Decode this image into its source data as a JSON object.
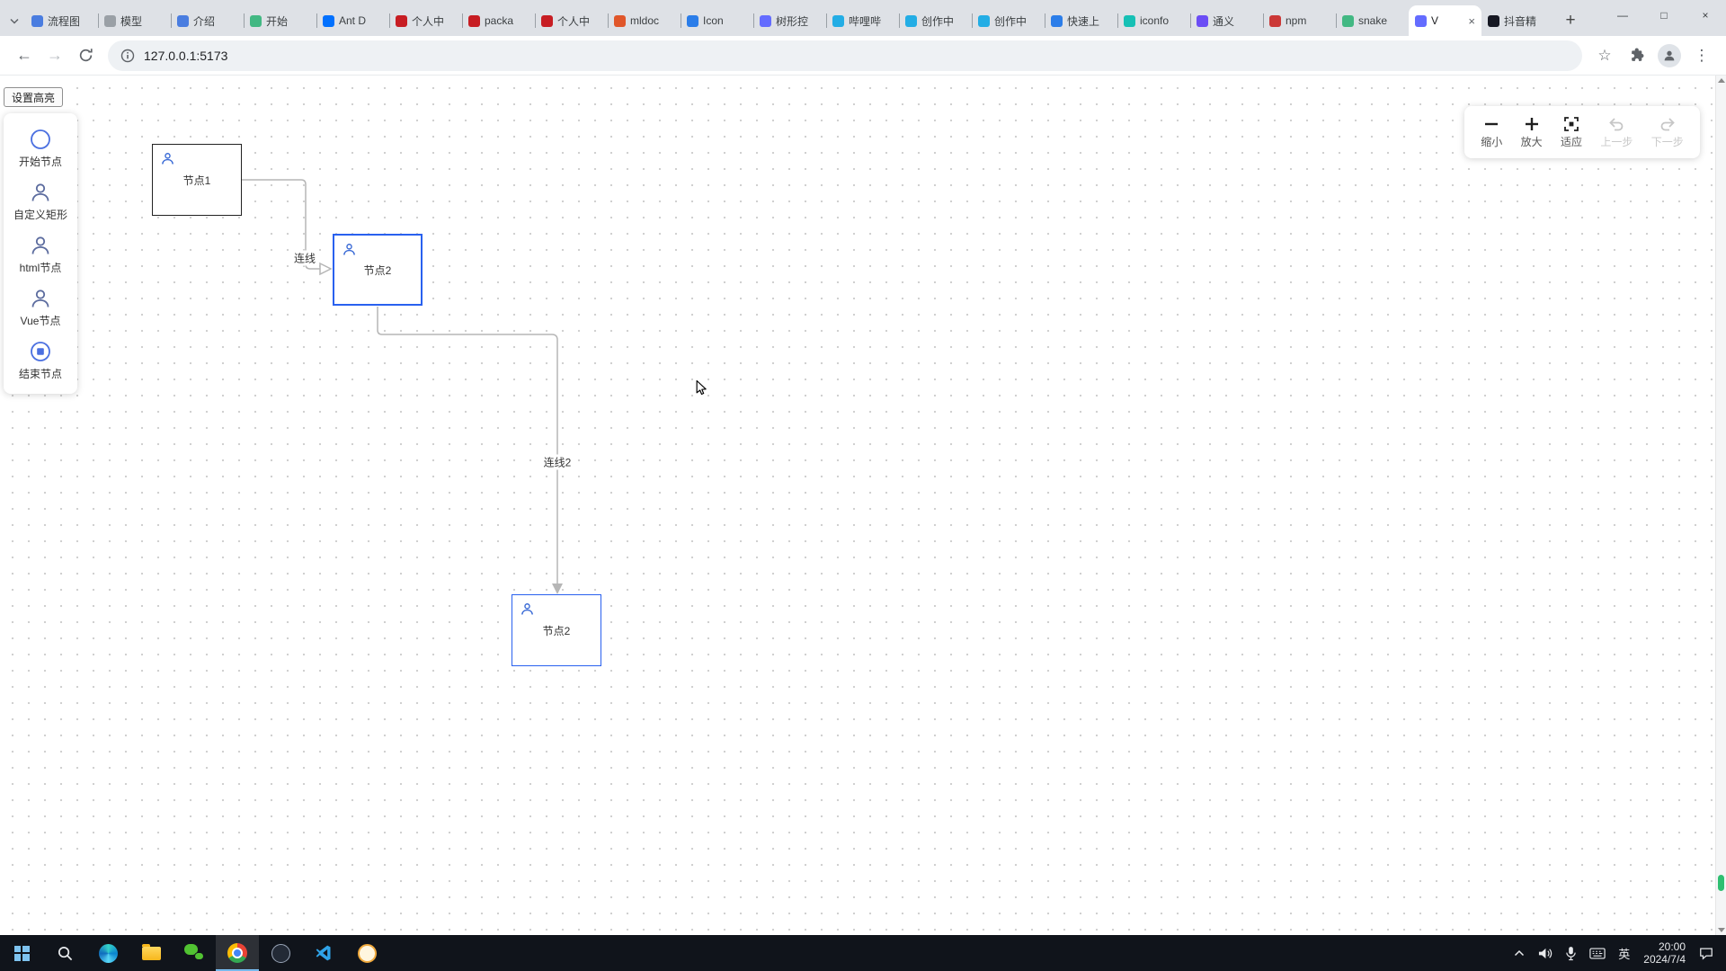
{
  "browser": {
    "tabs": [
      {
        "label": "流程图",
        "color": "#4a7de0"
      },
      {
        "label": "模型",
        "color": "#9aa0a6"
      },
      {
        "label": "介绍",
        "color": "#4a7de0"
      },
      {
        "label": "开始",
        "color": "#42b883"
      },
      {
        "label": "Ant D",
        "color": "#0170fe"
      },
      {
        "label": "个人中",
        "color": "#c71d23"
      },
      {
        "label": "packa",
        "color": "#c71d23"
      },
      {
        "label": "个人中",
        "color": "#c71d23"
      },
      {
        "label": "mldoc",
        "color": "#e0562a"
      },
      {
        "label": "Icon",
        "color": "#2b7de9"
      },
      {
        "label": "树形控",
        "color": "#646cff"
      },
      {
        "label": "哔哩哔",
        "color": "#23ade5"
      },
      {
        "label": "创作中",
        "color": "#23ade5"
      },
      {
        "label": "创作中",
        "color": "#23ade5"
      },
      {
        "label": "快速上",
        "color": "#2b7de9"
      },
      {
        "label": "iconfo",
        "color": "#16c0b5"
      },
      {
        "label": "通义",
        "color": "#6b4df5"
      },
      {
        "label": "npm",
        "color": "#cb3837"
      },
      {
        "label": "snake",
        "color": "#42b883"
      },
      {
        "label": "V",
        "color": "#646cff"
      },
      {
        "label": "抖音精",
        "color": "#161823"
      }
    ],
    "active_tab_index": 19,
    "address": {
      "url": "127.0.0.1:5173"
    }
  },
  "icons": {
    "back": "←",
    "forward": "→",
    "star": "☆",
    "kebab": "⋮",
    "minimize": "—",
    "maximize": "□",
    "close": "×",
    "new_tab": "+",
    "tab_close": "×"
  },
  "editor": {
    "highlight_button": "设置高亮",
    "palette": {
      "items": [
        {
          "label": "开始节点",
          "icon": "circle-icon"
        },
        {
          "label": "自定义矩形",
          "icon": "user-icon"
        },
        {
          "label": "html节点",
          "icon": "user-icon"
        },
        {
          "label": "Vue节点",
          "icon": "user-icon"
        },
        {
          "label": "结束节点",
          "icon": "end-circle-icon"
        }
      ]
    },
    "nodes": [
      {
        "label": "节点1",
        "border": "#222222"
      },
      {
        "label": "节点2",
        "border": "#2961ef"
      },
      {
        "label": "节点2",
        "border": "#2961ef"
      }
    ],
    "edges": [
      {
        "label": "连线"
      },
      {
        "label": "连线2"
      }
    ],
    "controls": [
      {
        "label": "缩小",
        "icon": "zoom-out-icon",
        "enabled": true
      },
      {
        "label": "放大",
        "icon": "zoom-in-icon",
        "enabled": true
      },
      {
        "label": "适应",
        "icon": "fit-view-icon",
        "enabled": true
      },
      {
        "label": "上一步",
        "icon": "undo-icon",
        "enabled": false
      },
      {
        "label": "下一步",
        "icon": "redo-icon",
        "enabled": false
      }
    ]
  },
  "taskbar": {
    "ime": "英",
    "clock": {
      "time": "20:00",
      "date": "2024/7/4"
    }
  },
  "colors": {
    "selected_node": "#2961ef",
    "edge": "#b6b6b6",
    "scroll_thumb": "#2fbf71"
  }
}
